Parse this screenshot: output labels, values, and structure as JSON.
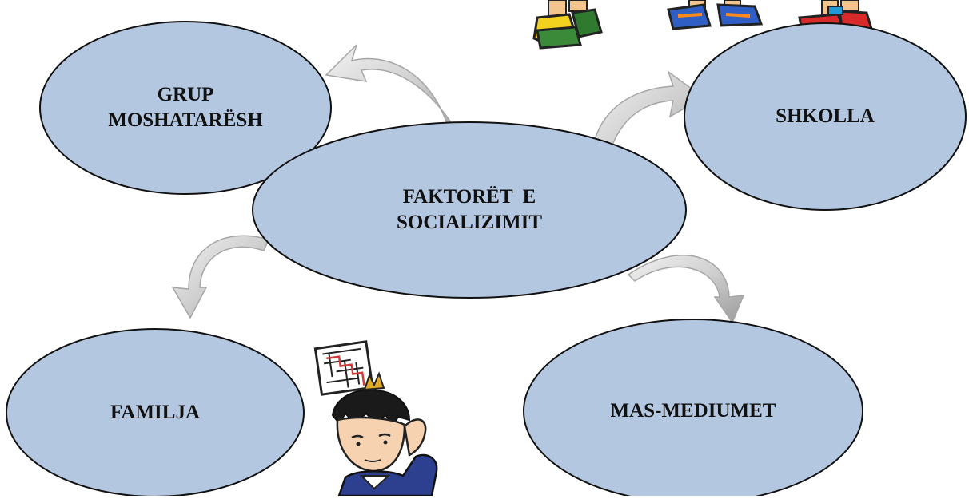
{
  "diagram": {
    "center": {
      "lines": [
        "FAKTORËT  E",
        "SOCIALIZIMIT"
      ]
    },
    "nodes": {
      "peer_group": {
        "lines": [
          "GRUP",
          "MOSHATARËSH"
        ]
      },
      "school": {
        "lines": [
          "SHKOLLA"
        ]
      },
      "family": {
        "lines": [
          "FAMILJA"
        ]
      },
      "mass_media": {
        "lines": [
          "MAS-MEDIUMET"
        ]
      }
    }
  },
  "colors": {
    "ellipse_fill": "#b4c7e1",
    "ellipse_stroke": "#111111",
    "arrow_fill": "#d9d9d9",
    "arrow_stroke": "#a6a6a6",
    "text": "#111111"
  },
  "illustrations": {
    "top": "children-feet-sneakers-icon",
    "bottom": "thinking-boy-with-maze-icon"
  }
}
